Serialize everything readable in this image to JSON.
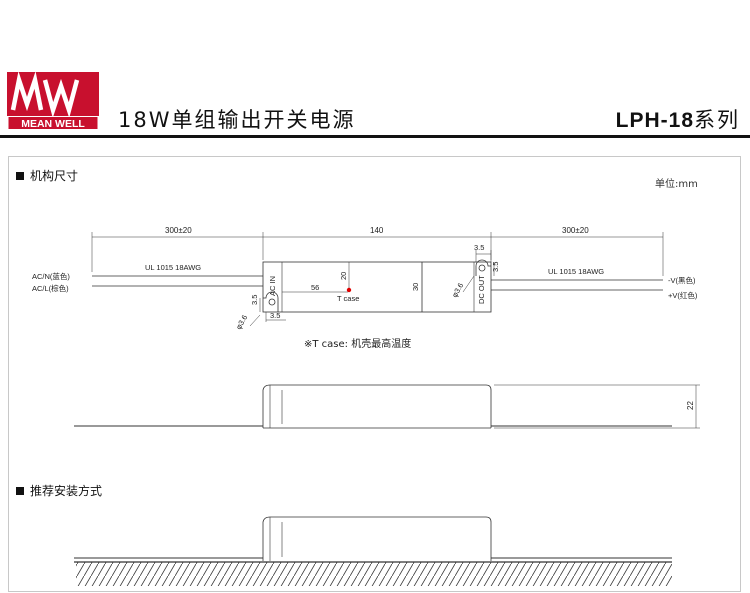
{
  "brand": {
    "logo_mark": "MW",
    "logo_text": "MEAN WELL",
    "logo_color": "#c8102e"
  },
  "header": {
    "title": "18W单组输出开关电源",
    "series_code": "LPH-18",
    "series_suffix": "系列"
  },
  "section_mechanical": {
    "title": "机构尺寸",
    "unit": "单位:mm"
  },
  "section_mounting": {
    "title": "推荐安装方式"
  },
  "drawing": {
    "dim_left_wire": "300±20",
    "dim_body_length": "140",
    "dim_right_wire": "300±20",
    "dim_tab_right": "3.5",
    "dim_tab_right_v": "3.5",
    "dim_tab_left_h": "3.5",
    "dim_tab_left_v": "3.5",
    "hole_left": "φ3.6",
    "hole_right": "φ3.6",
    "dim_tcase_x": "56",
    "dim_tcase_y": "20",
    "dim_width": "30",
    "dim_height": "22",
    "tcase_label": "T case",
    "label_ac_in": "AC IN",
    "label_dc_out": "DC OUT",
    "wire_left_spec": "UL 1015 18AWG",
    "wire_right_spec": "UL 1015 18AWG",
    "wire_acn": "AC/N(蓝色)",
    "wire_acl": "AC/L(棕色)",
    "wire_vneg": "-V(黑色)",
    "wire_vpos": "+V(红色)",
    "tcase_note": "※T case: 机壳最高温度",
    "tcase_color": "#e00000"
  }
}
